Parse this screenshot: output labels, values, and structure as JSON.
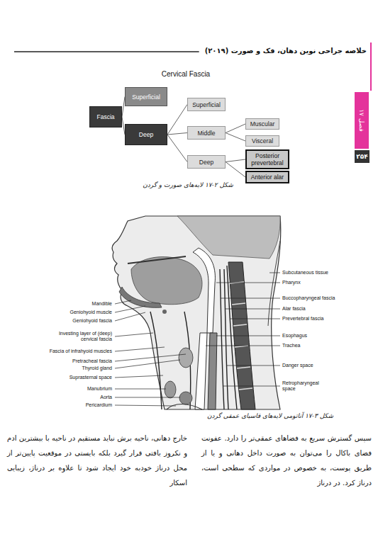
{
  "diagram": {
    "title": "Cervical Fascia",
    "nodes": [
      {
        "text": [
          "Fascia"
        ]
      },
      {
        "text": [
          "Superficial"
        ]
      },
      {
        "text": [
          "Deep"
        ]
      },
      {
        "text": [
          "Superficial"
        ]
      },
      {
        "text": [
          "Middle"
        ]
      },
      {
        "text": [
          "Deep"
        ]
      },
      {
        "text": [
          "Muscular"
        ]
      },
      {
        "text": [
          "Visceral"
        ]
      },
      {
        "text": [
          "Posterior prevertebral"
        ]
      },
      {
        "text": [
          "Anterior alar"
        ]
      }
    ],
    "edges": [
      {
        "from": 0,
        "to": 1,
        "arrow": "none"
      },
      {
        "from": 0,
        "to": 2,
        "arrow": "none"
      },
      {
        "from": 2,
        "to": 3,
        "arrow": "none"
      },
      {
        "from": 2,
        "to": 4,
        "arrow": "none"
      },
      {
        "from": 2,
        "to": 5,
        "arrow": "none"
      },
      {
        "from": 4,
        "to": 6,
        "arrow": "none"
      },
      {
        "from": 4,
        "to": 7,
        "arrow": "none"
      },
      {
        "from": 5,
        "to": 8,
        "arrow": "none"
      },
      {
        "from": 5,
        "to": 9,
        "arrow": "none"
      }
    ],
    "labels": [
      "خلاصه جراحی نوین دهان، فک و صورت (۲۰۱۹)",
      "فصل ۱۷",
      "۲۵۴",
      "شکل ۲-۱۷ لایه‌های صورت و گردن",
      "Mandible",
      "Geniohyoid muscle",
      "Geniohyoid fascia",
      "Investing layer of (deep) cervical fascia",
      "Fascia of infrahyoid muscles",
      "Pretracheal fascia",
      "Thyroid gland",
      "Suprasternal space",
      "Manubrium",
      "Aorta",
      "Pericardium",
      "Subcutaneous tissue",
      "Pharynx",
      "Buccopharyngeal fascia",
      "Alar fascia",
      "Prevertebral fascia",
      "Esophagus",
      "Trachea",
      "Danger space",
      "Retropharyngeal space",
      "شکل ۳-۱۷ آناتومی لایه‌های فاسیای عمقی گردن",
      "سپس گسترش سریع به فضاهای عمقی‌تر را دارد. عفونت فضای باکال را می‌توان به صورت داخل دهانی و یا از طریق پوست، به خصوص در مواردی که سطحی است، درناژ کرد. در درناژ",
      "خارج دهانی، ناحیه برش نباید مستقیم در ناحیه با بیشترین ادم و نکروز بافتی قرار گیرد بلکه بایستی در موقعیت پایین‌تر از محل درناژ خودبه خود ایجاد شود تا علاوه بر درناژ، زیبایی اسکار"
    ]
  }
}
